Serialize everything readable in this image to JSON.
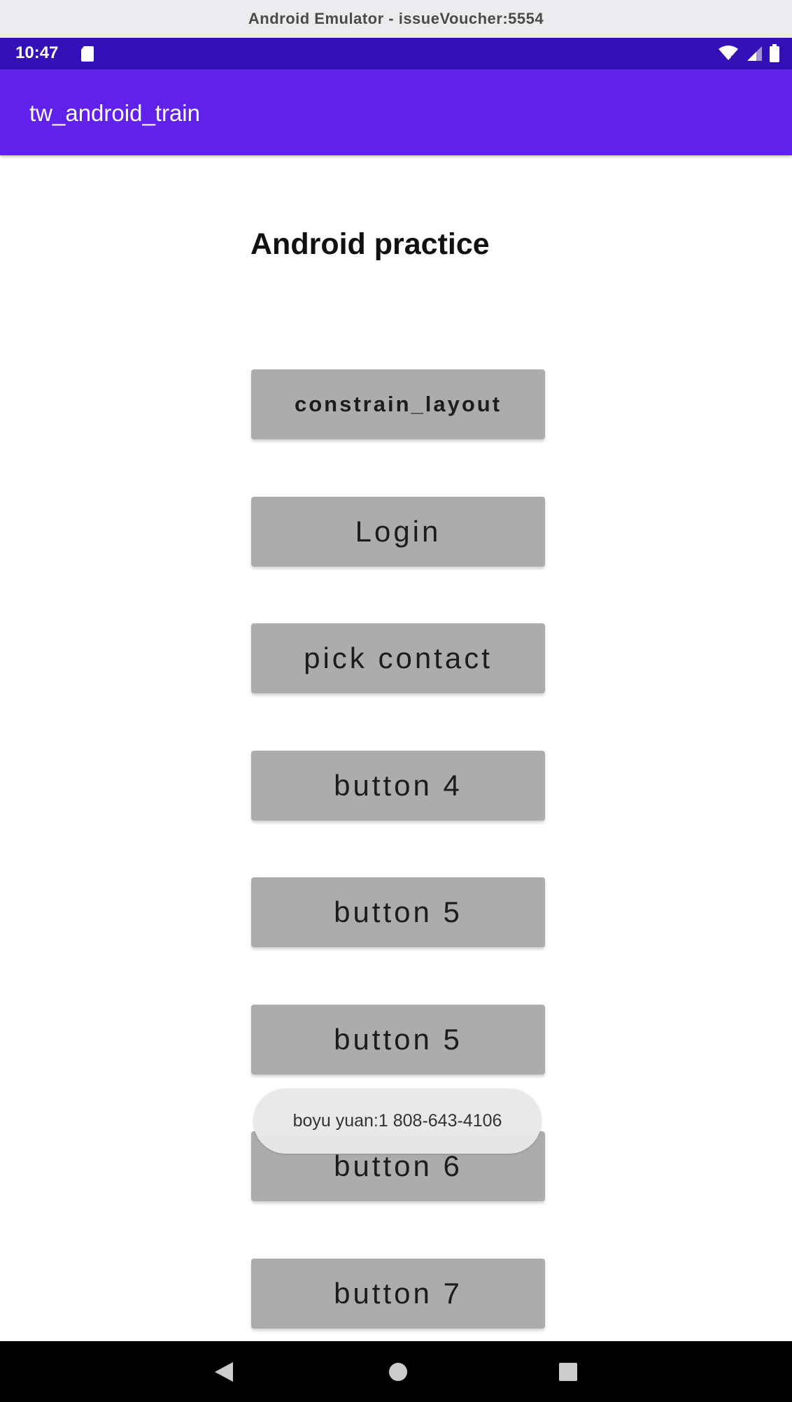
{
  "window": {
    "title": "Android Emulator - issueVoucher:5554"
  },
  "status_bar": {
    "time": "10:47",
    "icons": [
      "sd-card-icon",
      "wifi-icon",
      "signal-icon",
      "battery-icon"
    ],
    "background": "#3310b6"
  },
  "app_bar": {
    "title": "tw_android_train",
    "background": "#6022ea"
  },
  "main": {
    "heading": "Android practice",
    "buttons": [
      "constrain_layout",
      "Login",
      "pick contact",
      "button 4",
      "button 5",
      "button 5",
      "button 6",
      "button 7"
    ],
    "button_color": "#acacac"
  },
  "toast": {
    "text": "boyu yuan:1 808-643-4106"
  },
  "nav_bar": {
    "icons": [
      "back-icon",
      "home-icon",
      "recents-icon"
    ]
  }
}
